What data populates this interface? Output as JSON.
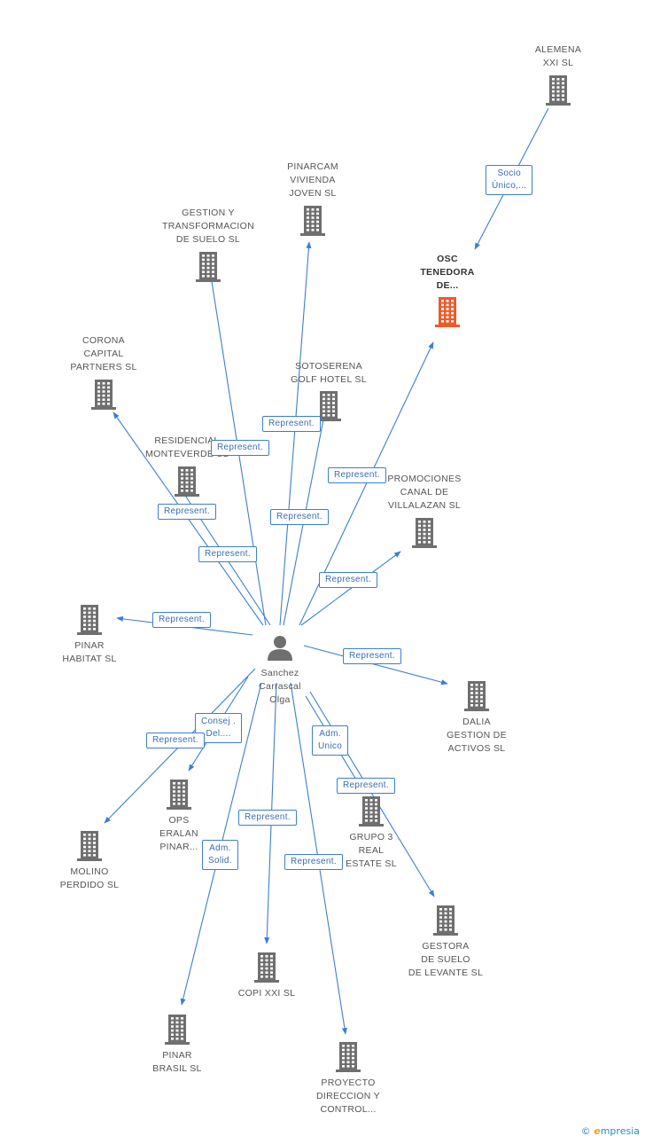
{
  "center": {
    "name": [
      "Sanchez",
      "Carrascal",
      "Olga"
    ]
  },
  "companies": [
    {
      "id": "alemena",
      "label": [
        "ALEMENA",
        "XXI SL"
      ],
      "highlight": false
    },
    {
      "id": "osc",
      "label": [
        "OSC",
        "TENEDORA",
        "DE..."
      ],
      "highlight": true
    },
    {
      "id": "pinarcam",
      "label": [
        "PINARCAM",
        "VIVIENDA",
        "JOVEN SL"
      ],
      "highlight": false
    },
    {
      "id": "gestion",
      "label": [
        "GESTION Y",
        "TRANSFORMACION",
        "DE SUELO SL"
      ],
      "highlight": false
    },
    {
      "id": "corona",
      "label": [
        "CORONA",
        "CAPITAL",
        "PARTNERS SL"
      ],
      "highlight": false
    },
    {
      "id": "sotoserena",
      "label": [
        "SOTOSERENA",
        "GOLF HOTEL SL"
      ],
      "highlight": false
    },
    {
      "id": "residencial",
      "label": [
        "RESIDENCIAL",
        "MONTEVERDE SL"
      ],
      "highlight": false
    },
    {
      "id": "promociones",
      "label": [
        "PROMOCIONES",
        "CANAL DE",
        "VILLALAZAN SL"
      ],
      "highlight": false
    },
    {
      "id": "pinarhabitat",
      "label": [
        "PINAR",
        "HABITAT SL"
      ],
      "highlight": false
    },
    {
      "id": "dalia",
      "label": [
        "DALIA",
        "GESTION DE",
        "ACTIVOS SL"
      ],
      "highlight": false
    },
    {
      "id": "ops",
      "label": [
        "OPS",
        "ERALAN",
        "PINAR..."
      ],
      "highlight": false
    },
    {
      "id": "molino",
      "label": [
        "MOLINO",
        "PERDIDO SL"
      ],
      "highlight": false
    },
    {
      "id": "grupo3",
      "label": [
        "GRUPO 3",
        "REAL",
        "ESTATE SL"
      ],
      "highlight": false
    },
    {
      "id": "gestora",
      "label": [
        "GESTORA",
        "DE SUELO",
        "DE LEVANTE SL"
      ],
      "highlight": false
    },
    {
      "id": "copi",
      "label": [
        "COPI XXI SL"
      ],
      "highlight": false
    },
    {
      "id": "pinarbrasil",
      "label": [
        "PINAR",
        "BRASIL SL"
      ],
      "highlight": false
    },
    {
      "id": "proyecto",
      "label": [
        "PROYECTO",
        "DIRECCION Y",
        "CONTROL..."
      ],
      "highlight": false
    }
  ],
  "relations": [
    {
      "from": "alemena",
      "to": "osc",
      "label": [
        "Socio",
        "Único,..."
      ]
    },
    {
      "from": "center",
      "to": "osc",
      "label": [
        "Represent."
      ]
    },
    {
      "from": "center",
      "to": "pinarcam",
      "label": [
        "Represent."
      ]
    },
    {
      "from": "center",
      "to": "gestion",
      "label": [
        "Represent."
      ]
    },
    {
      "from": "center",
      "to": "corona",
      "label": [
        "Represent."
      ]
    },
    {
      "from": "center",
      "to": "sotoserena",
      "label": [
        "Represent."
      ]
    },
    {
      "from": "center",
      "to": "residencial",
      "label": [
        "Represent."
      ]
    },
    {
      "from": "center",
      "to": "promociones",
      "label": [
        "Represent."
      ]
    },
    {
      "from": "center",
      "to": "pinarhabitat",
      "label": [
        "Represent."
      ]
    },
    {
      "from": "center",
      "to": "dalia",
      "label": [
        "Represent."
      ]
    },
    {
      "from": "center",
      "to": "ops",
      "label": [
        "Consej .",
        "Del...."
      ]
    },
    {
      "from": "center",
      "to": "molino",
      "label": [
        "Represent."
      ]
    },
    {
      "from": "center",
      "to": "grupo3",
      "label": [
        "Adm.",
        "Unico"
      ]
    },
    {
      "from": "center",
      "to": "gestora",
      "label": [
        "Represent."
      ]
    },
    {
      "from": "center",
      "to": "copi",
      "label": [
        "Represent."
      ]
    },
    {
      "from": "center",
      "to": "pinarbrasil",
      "label": [
        "Adm.",
        "Solid."
      ]
    },
    {
      "from": "center",
      "to": "proyecto",
      "label": [
        "Represent."
      ]
    }
  ],
  "colors": {
    "edge": "#3a7fd5",
    "node": "#6f6f6f",
    "highlight": "#f05a28"
  },
  "footer": {
    "copyright": "©",
    "brand_initial": "e",
    "brand_rest": "mpresia"
  }
}
